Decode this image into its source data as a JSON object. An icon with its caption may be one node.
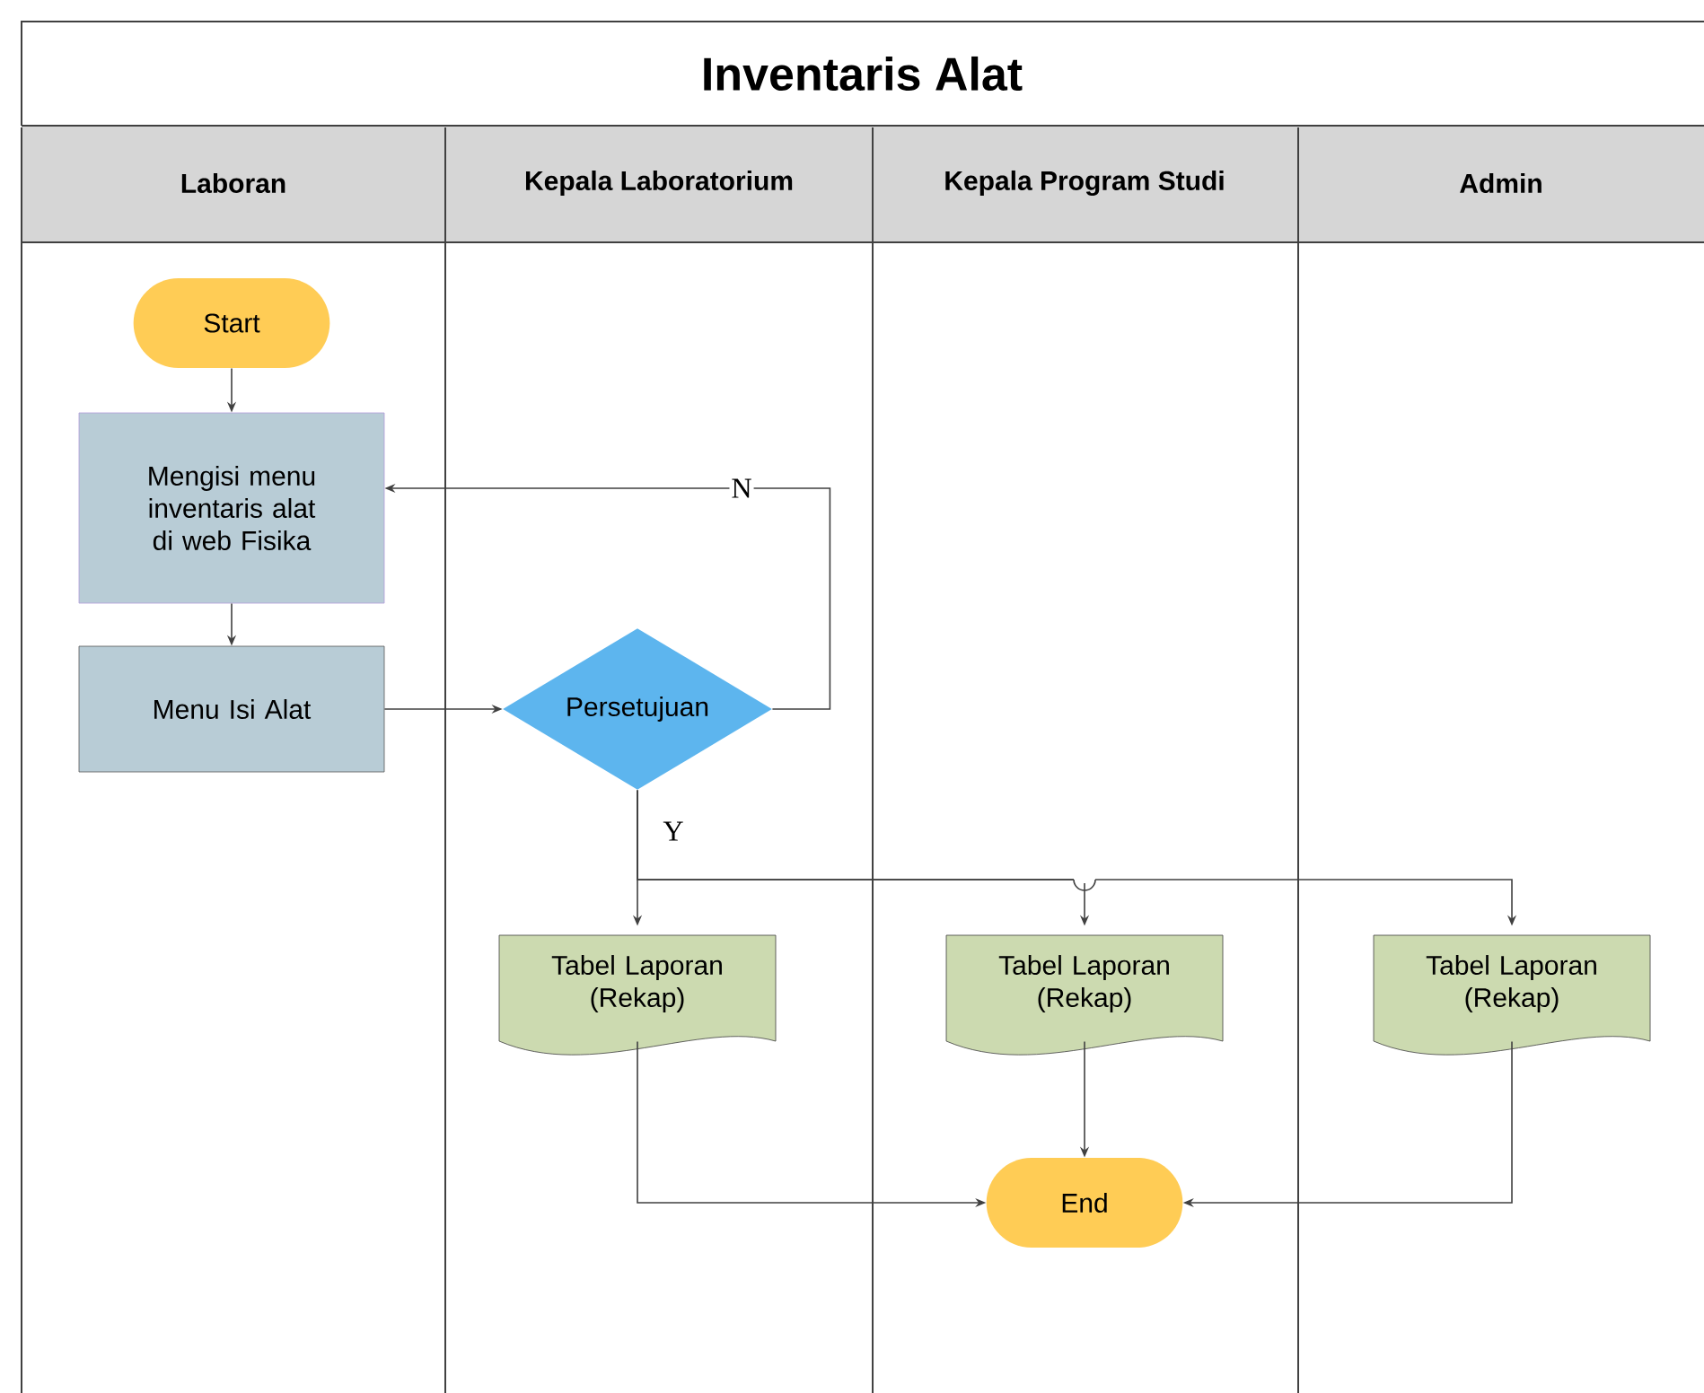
{
  "diagram": {
    "title": "Inventaris Alat",
    "nodes": [
      {
        "text": [
          "Laboran"
        ]
      },
      {
        "text": [
          "Kepala Laboratorium"
        ]
      },
      {
        "text": [
          "Kepala Program Studi"
        ]
      },
      {
        "text": [
          "Admin"
        ]
      },
      {
        "text": [
          "Start"
        ],
        "in": 0
      },
      {
        "text": [
          "Mengisi menu inventaris alat di web Fisika"
        ],
        "in": 0
      },
      {
        "text": [
          "Menu Isi Alat"
        ],
        "in": 0
      },
      {
        "text": [
          "Persetujuan"
        ],
        "in": 1
      },
      {
        "text": [
          "Tabel Laporan (Rekap)"
        ],
        "in": 1
      },
      {
        "text": [
          "Tabel Laporan (Rekap)"
        ],
        "in": 2
      },
      {
        "text": [
          "Tabel Laporan (Rekap)"
        ],
        "in": 3
      },
      {
        "text": [
          "End"
        ],
        "in": 2
      }
    ],
    "edges": [
      {
        "from": 4,
        "to": 5,
        "arrow": "to"
      },
      {
        "from": 5,
        "to": 6,
        "arrow": "to"
      },
      {
        "from": 6,
        "to": 7,
        "arrow": "to"
      },
      {
        "from": 7,
        "to": 5,
        "arrow": "to",
        "label": "N"
      },
      {
        "from": 7,
        "to": 8,
        "arrow": "to",
        "label": "Y"
      },
      {
        "from": 7,
        "to": 9,
        "arrow": "to"
      },
      {
        "from": 7,
        "to": 10,
        "arrow": "to"
      },
      {
        "from": 8,
        "to": 11,
        "arrow": "to"
      },
      {
        "from": 9,
        "to": 11,
        "arrow": "to"
      },
      {
        "from": 10,
        "to": 11,
        "arrow": "to"
      }
    ]
  }
}
